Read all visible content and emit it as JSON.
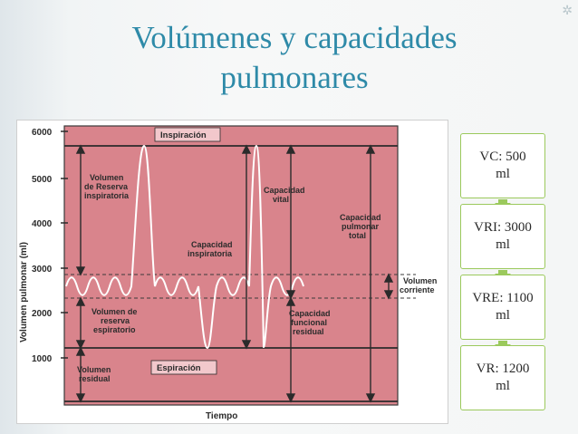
{
  "slide": {
    "title_line1": "Volúmenes y capacidades",
    "title_line2": "pulmonares",
    "corner_glyph": "✲"
  },
  "figure": {
    "y_axis_label": "Volumen pulmonar (ml)",
    "x_axis_label": "Tiempo",
    "y_ticks": [
      "6000",
      "5000",
      "4000",
      "3000",
      "2000",
      "1000"
    ],
    "labels": {
      "inspiracion": "Inspiración",
      "espiracion": "Espiración",
      "vol_reserva_insp": [
        "Volumen",
        "de Reserva",
        "inspiratoria"
      ],
      "cap_inspiratoria": [
        "Capacidad",
        "inspiratoria"
      ],
      "cap_vital": [
        "Capacidad",
        "vital"
      ],
      "cap_pulmonar_total": [
        "Capacidad",
        "pulmonar",
        "total"
      ],
      "vol_corriente": [
        "Volumen",
        "corriente"
      ],
      "vol_reserva_esp": [
        "Volumen de",
        "reserva",
        "espiratorio"
      ],
      "cap_funcional_residual": [
        "Capacidad",
        "funcional",
        "residual"
      ],
      "vol_residual": [
        "Volumen",
        "residual"
      ]
    },
    "colors": {
      "plot_bg": "#d9848c",
      "curve": "#ffffff",
      "text": "#2b2b2b"
    }
  },
  "flow": {
    "boxes": [
      {
        "text": "VC: 500\nml"
      },
      {
        "text": "VRI: 3000\nml"
      },
      {
        "text": "VRE: 1100\nml"
      },
      {
        "text": "VR: 1200\nml"
      }
    ],
    "box_border_color": "#9bc95c",
    "arrow_color": "#9bc95c"
  }
}
